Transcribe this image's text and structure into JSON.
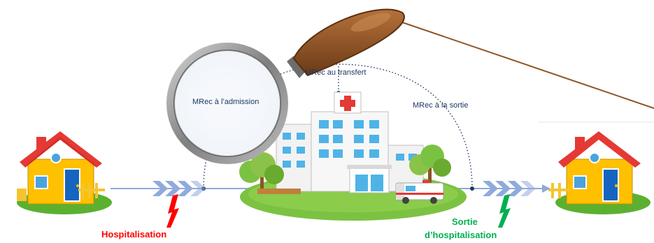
{
  "labels": {
    "admission": "MRec à l’admission",
    "transfer": "MRec au transfert",
    "discharge": "MRec à la sortie",
    "hospitalisation": "Hospitalisation",
    "sortie_line1": "Sortie",
    "sortie_line2": "d’hospitalisation"
  },
  "colors": {
    "hospitalisation": "#ff0000",
    "sortie": "#00b050",
    "timeline": "#8ea9db",
    "chevron": "#8faadc",
    "mrec_text": "#1f3864"
  },
  "icons": [
    "house-icon",
    "hospital-icon",
    "ambulance-icon",
    "magnifying-glass-icon",
    "tree-icon",
    "lightning-icon",
    "red-cross-icon"
  ]
}
